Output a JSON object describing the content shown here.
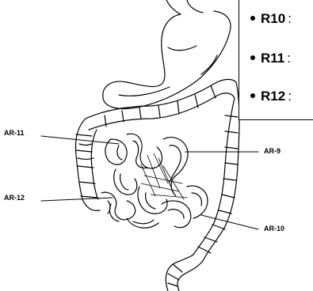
{
  "legend": {
    "items": [
      {
        "label": "R10",
        "sep": ":"
      },
      {
        "label": "R11",
        "sep": ":"
      },
      {
        "label": "R12",
        "sep": ":"
      }
    ]
  },
  "labels": {
    "ar11": "AR-11",
    "ar12": "AR-12",
    "ar9": "AR-9",
    "ar10": "AR-10"
  }
}
